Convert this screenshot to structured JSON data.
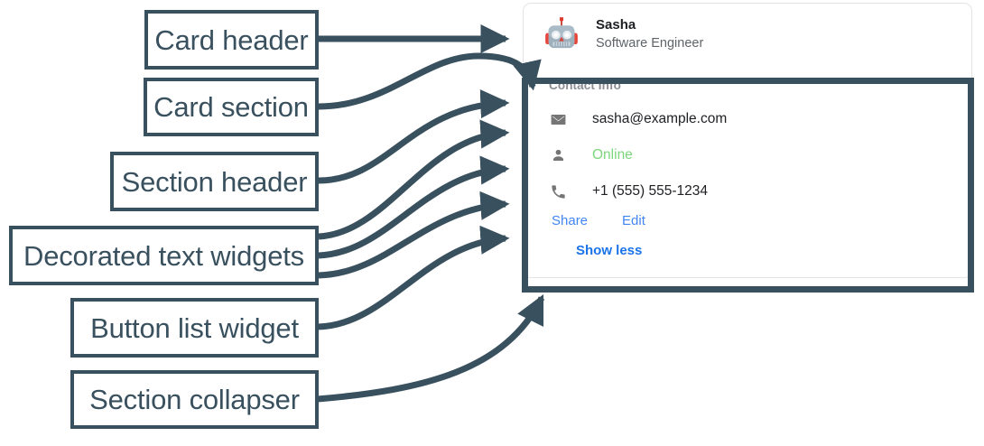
{
  "annotations": [
    {
      "id": "card-header",
      "label": "Card header"
    },
    {
      "id": "card-section",
      "label": "Card section"
    },
    {
      "id": "section-header",
      "label": "Section header"
    },
    {
      "id": "decorated-text",
      "label": "Decorated text widgets"
    },
    {
      "id": "button-list",
      "label": "Button list widget"
    },
    {
      "id": "section-collapser",
      "label": "Section collapser"
    }
  ],
  "card": {
    "header": {
      "avatar_icon": "robot-avatar-icon",
      "name": "Sasha",
      "subtitle": "Software Engineer"
    },
    "section": {
      "title": "Contact Info",
      "rows": [
        {
          "icon": "email-icon",
          "text": "sasha@example.com",
          "status": false
        },
        {
          "icon": "person-icon",
          "text": "Online",
          "status": true
        },
        {
          "icon": "phone-icon",
          "text": "+1 (555) 555-1234",
          "status": false
        }
      ],
      "buttons": [
        {
          "label": "Share"
        },
        {
          "label": "Edit"
        }
      ],
      "collapser": {
        "label": "Show less"
      }
    }
  },
  "colors": {
    "annotation_stroke": "#39505e",
    "card_border": "#e3e3e3",
    "icon_grey": "#757575",
    "status_green": "#7cd67c",
    "link_blue": "#4285f4",
    "collapser_blue": "#1a73e8",
    "section_title_grey": "#8a8d91",
    "primary_text": "#202124",
    "secondary_text": "#5f6368"
  }
}
